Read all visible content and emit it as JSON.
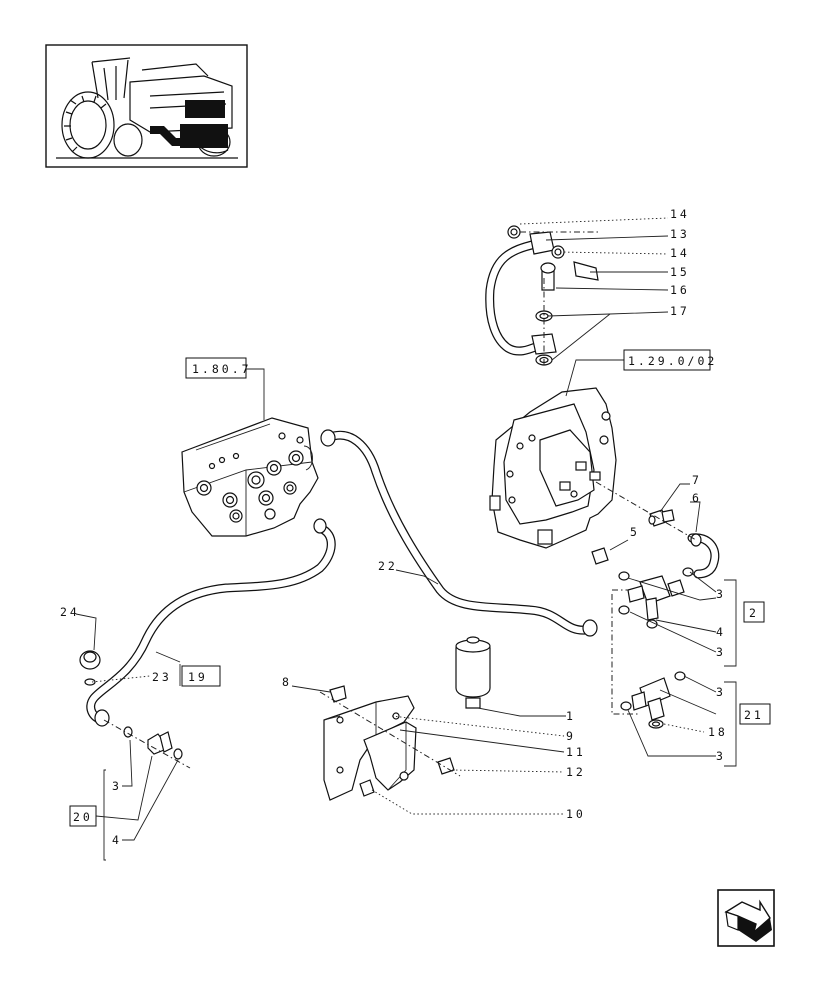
{
  "diagram": {
    "part_callouts": [
      {
        "id": "c1",
        "label": "1"
      },
      {
        "id": "c3a",
        "label": "3"
      },
      {
        "id": "c3b",
        "label": "3"
      },
      {
        "id": "c3c",
        "label": "3"
      },
      {
        "id": "c3d",
        "label": "3"
      },
      {
        "id": "c3e",
        "label": "3"
      },
      {
        "id": "c4a",
        "label": "4"
      },
      {
        "id": "c4b",
        "label": "4"
      },
      {
        "id": "c5",
        "label": "5"
      },
      {
        "id": "c6",
        "label": "6"
      },
      {
        "id": "c7",
        "label": "7"
      },
      {
        "id": "c8",
        "label": "8"
      },
      {
        "id": "c9",
        "label": "9"
      },
      {
        "id": "c10",
        "label": "10"
      },
      {
        "id": "c11",
        "label": "11"
      },
      {
        "id": "c12",
        "label": "12"
      },
      {
        "id": "c13",
        "label": "13"
      },
      {
        "id": "c14a",
        "label": "14"
      },
      {
        "id": "c14b",
        "label": "14"
      },
      {
        "id": "c15",
        "label": "15"
      },
      {
        "id": "c16",
        "label": "16"
      },
      {
        "id": "c17",
        "label": "17"
      },
      {
        "id": "c18",
        "label": "18"
      },
      {
        "id": "c22",
        "label": "22"
      },
      {
        "id": "c23",
        "label": "23"
      },
      {
        "id": "c24",
        "label": "24"
      }
    ],
    "group_boxes": [
      {
        "id": "g2",
        "label": "2"
      },
      {
        "id": "g19",
        "label": "19"
      },
      {
        "id": "g20",
        "label": "20"
      },
      {
        "id": "g21",
        "label": "21"
      }
    ],
    "references": [
      {
        "id": "r1807",
        "label": "1.80.7"
      },
      {
        "id": "r12902",
        "label": "1.29.0/02"
      }
    ],
    "icons": {
      "thumbnail": "tractor-thumbnail-icon",
      "navigation": "next-page-arrow-icon"
    },
    "colors": {
      "ink": "#111111",
      "paper": "#ffffff"
    }
  }
}
